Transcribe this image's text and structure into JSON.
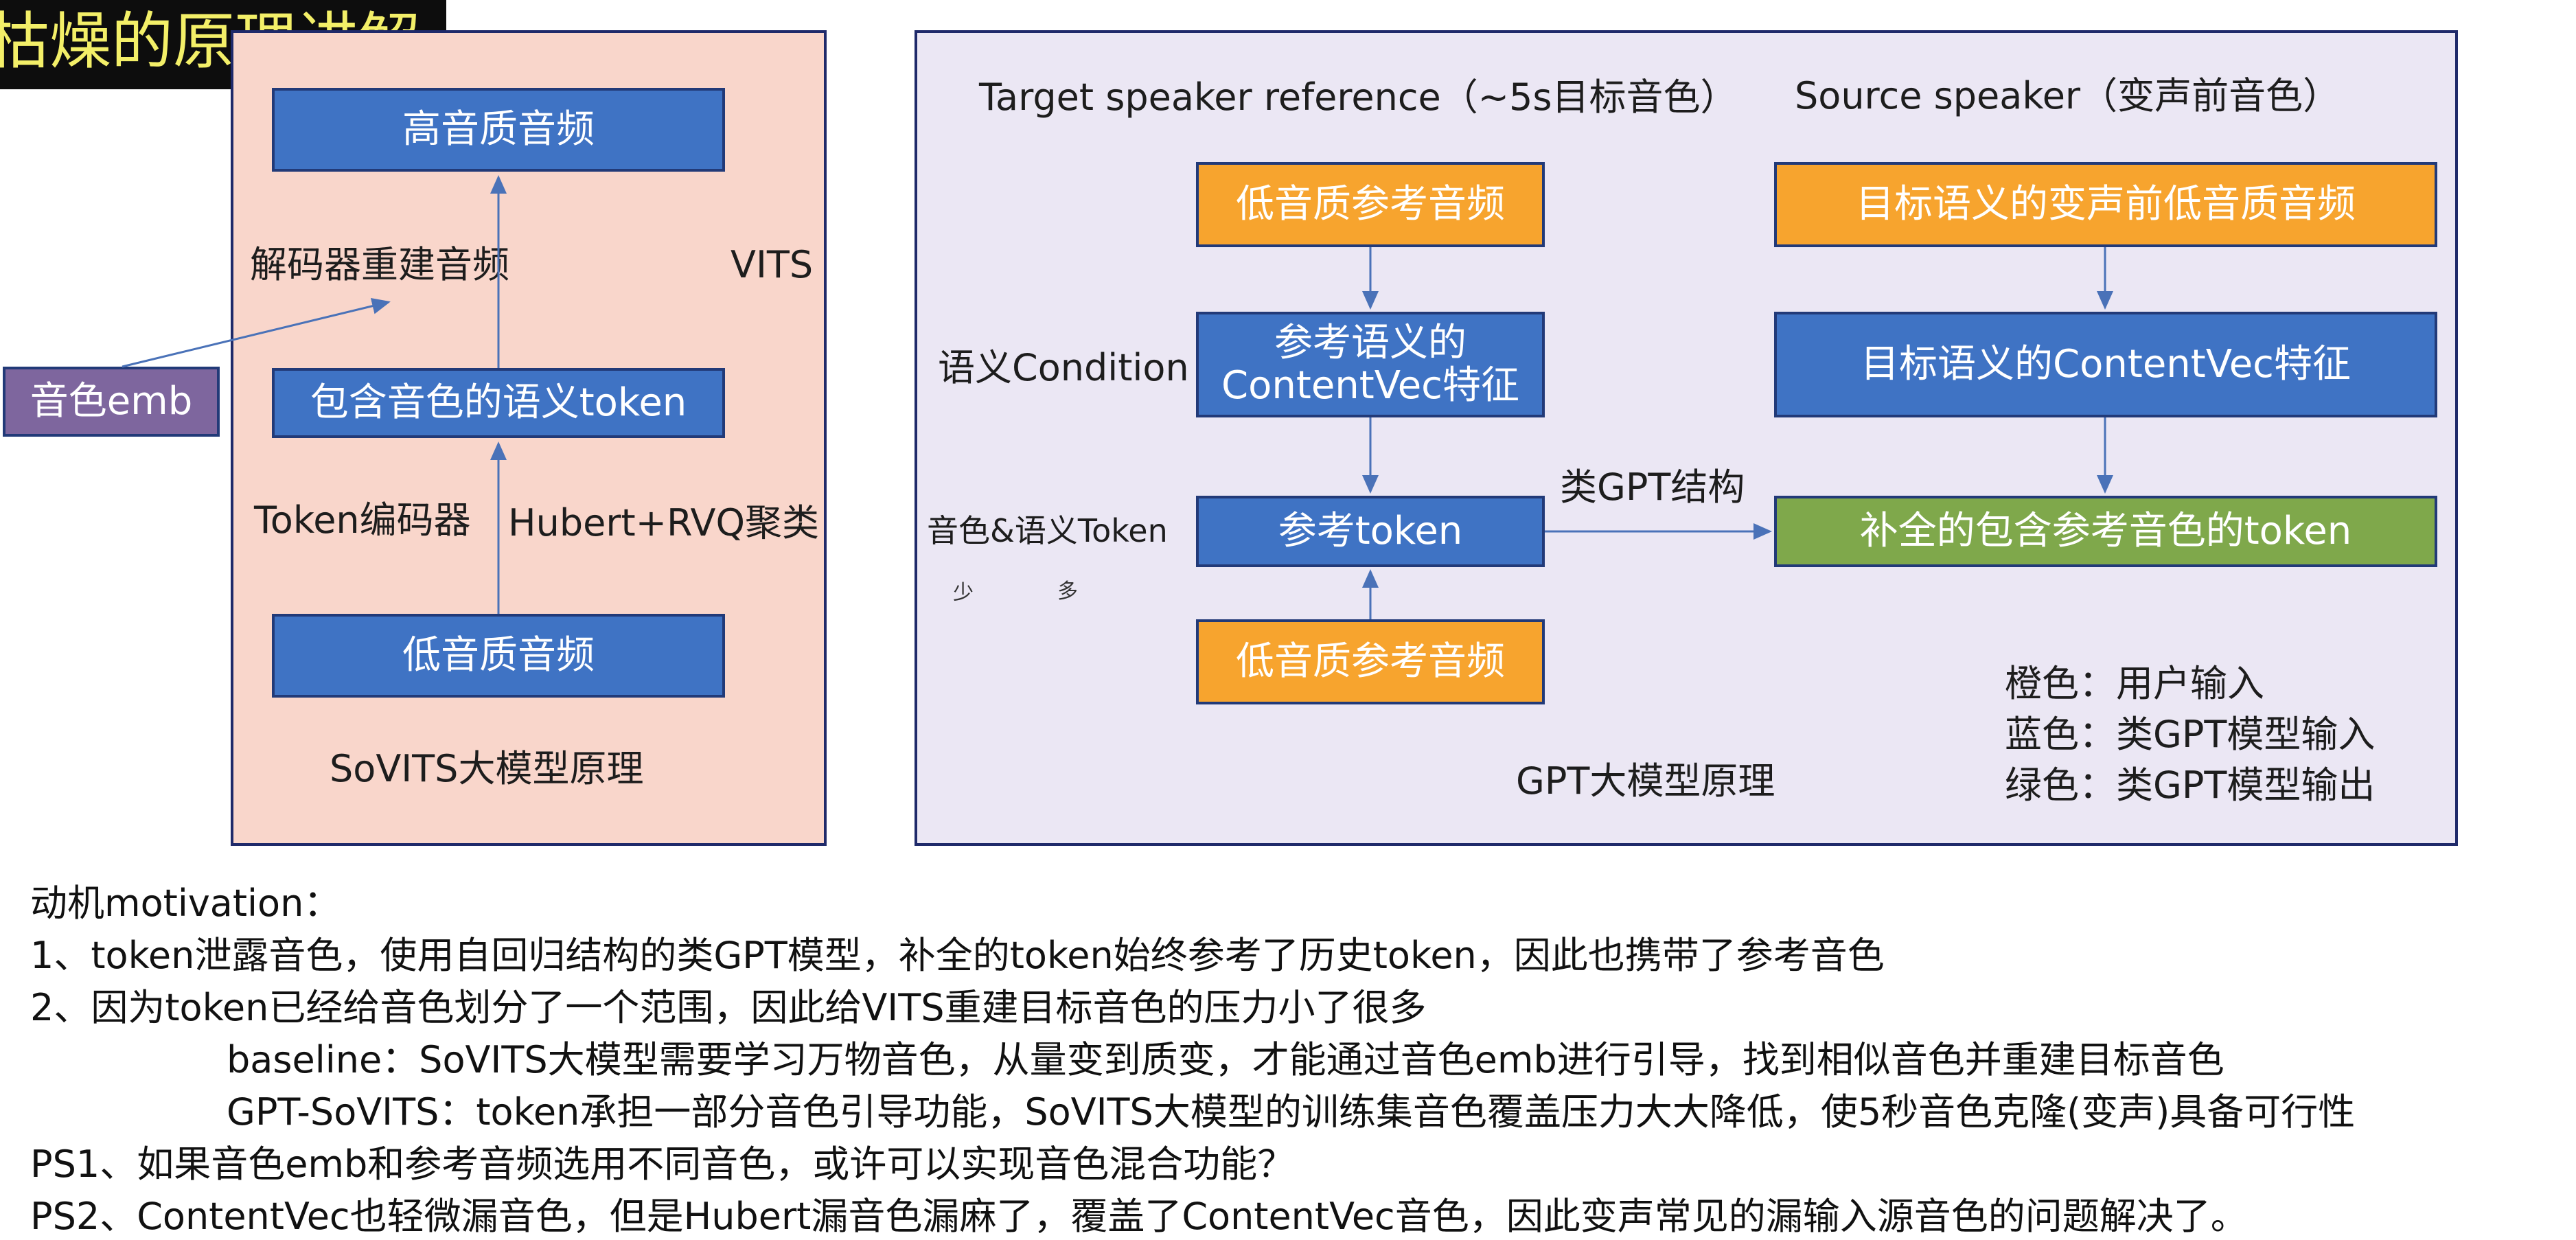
{
  "banner": "枯燥的原理讲解",
  "sovits": {
    "title": "SoVITS大模型原理",
    "vits_label": "VITS",
    "high_quality": "高音质音频",
    "decoder_label": "解码器重建音频",
    "semantic_token": "包含音色的语义token",
    "timbre_emb": "音色emb",
    "token_encoder": "Token编码器",
    "hubert_rvq": "Hubert+RVQ聚类",
    "low_quality": "低音质音频"
  },
  "gpt": {
    "title": "GPT大模型原理",
    "target_header": "Target speaker reference（~5s目标音色）",
    "source_header": "Source speaker（变声前音色）",
    "ref_low_audio_top": "低音质参考音频",
    "ref_contentvec_line1": "参考语义的",
    "ref_contentvec_line2": "ContentVec特征",
    "ref_token": "参考token",
    "ref_low_audio_bottom": "低音质参考音频",
    "semantic_condition": "语义Condition",
    "timbre_semantic_token": "音色&语义Token",
    "few": "少",
    "many": "多",
    "gpt_structure": "类GPT结构",
    "src_low_audio": "目标语义的变声前低音质音频",
    "src_contentvec": "目标语义的ContentVec特征",
    "completed_token": "补全的包含参考音色的token",
    "legend": [
      "橙色：用户输入",
      "蓝色：类GPT模型输入",
      "绿色：类GPT模型输出"
    ]
  },
  "notes": [
    "动机motivation：",
    "1、token泄露音色，使用自回归结构的类GPT模型，补全的token始终参考了历史token，因此也携带了参考音色",
    "2、因为token已经给音色划分了一个范围，因此给VITS重建目标音色的压力小了很多",
    "baseline：SoVITS大模型需要学习万物音色，从量变到质变，才能通过音色emb进行引导，找到相似音色并重建目标音色",
    "GPT-SoVITS：token承担一部分音色引导功能，SoVITS大模型的训练集音色覆盖压力大大降低，使5秒音色克隆(变声)具备可行性",
    "PS1、如果音色emb和参考音频选用不同音色，或许可以实现音色混合功能？",
    "PS2、ContentVec也轻微漏音色，但是Hubert漏音色漏麻了，覆盖了ContentVec音色，因此变声常见的漏输入源音色的问题解决了。"
  ],
  "colors": {
    "orange": "#f7a42e",
    "blue": "#3f73c4",
    "green": "#7fa84b",
    "purple": "#7e669e",
    "left_panel": "#f9d6cb",
    "right_panel": "#ebe7f4"
  }
}
